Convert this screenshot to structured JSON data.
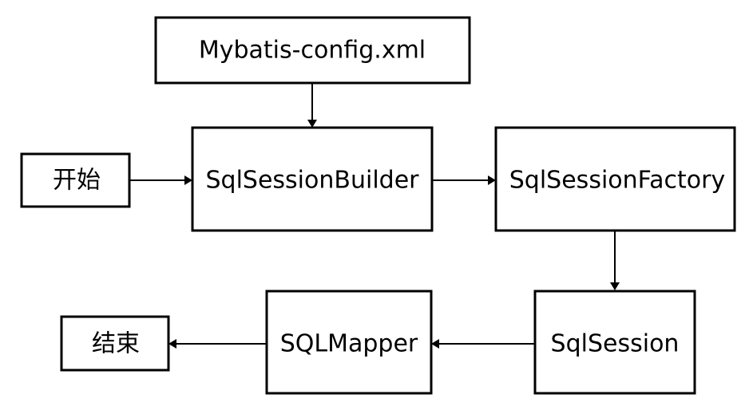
{
  "nodes": {
    "config": {
      "label": "Mybatis-config.xml"
    },
    "start": {
      "label": "开始"
    },
    "builder": {
      "label": "SqlSessionBuilder"
    },
    "factory": {
      "label": "SqlSessionFactory"
    },
    "session": {
      "label": "SqlSession"
    },
    "mapper": {
      "label": "SQLMapper"
    },
    "end": {
      "label": "结束"
    }
  },
  "edges": [
    {
      "from": "config",
      "to": "builder"
    },
    {
      "from": "start",
      "to": "builder"
    },
    {
      "from": "builder",
      "to": "factory"
    },
    {
      "from": "factory",
      "to": "session"
    },
    {
      "from": "session",
      "to": "mapper"
    },
    {
      "from": "mapper",
      "to": "end"
    }
  ]
}
